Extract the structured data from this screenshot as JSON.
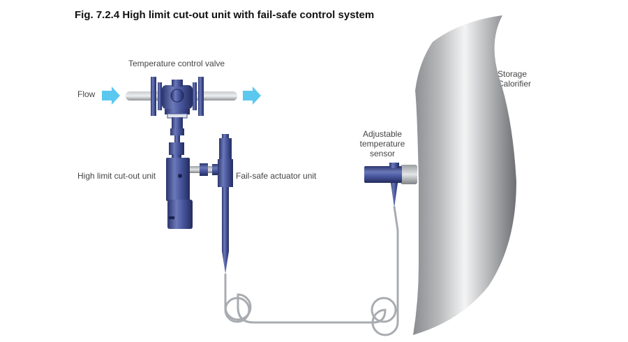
{
  "figure": {
    "title": "Fig. 7.2.4 High limit cut-out unit with fail-safe control system"
  },
  "labels": {
    "flow": "Flow",
    "temperature_control_valve": "Temperature control valve",
    "high_limit_cutout_unit": "High limit cut-out unit",
    "failsafe_actuator_unit": "Fail-safe actuator unit",
    "adjustable_sensor_line1": "Adjustable",
    "adjustable_sensor_line2": "temperature",
    "adjustable_sensor_line3": "sensor",
    "storage_calorifier_line1": "Storage",
    "storage_calorifier_line2": "Calorifier"
  },
  "colors": {
    "flow_arrow": "#5bc8f0",
    "component_blue": "#3f4d8f",
    "pipe_grey": "#9a9ea3",
    "capillary": "#a8acb0",
    "calorifier_light": "#f2f2f2",
    "calorifier_dark": "#6d6f72"
  }
}
